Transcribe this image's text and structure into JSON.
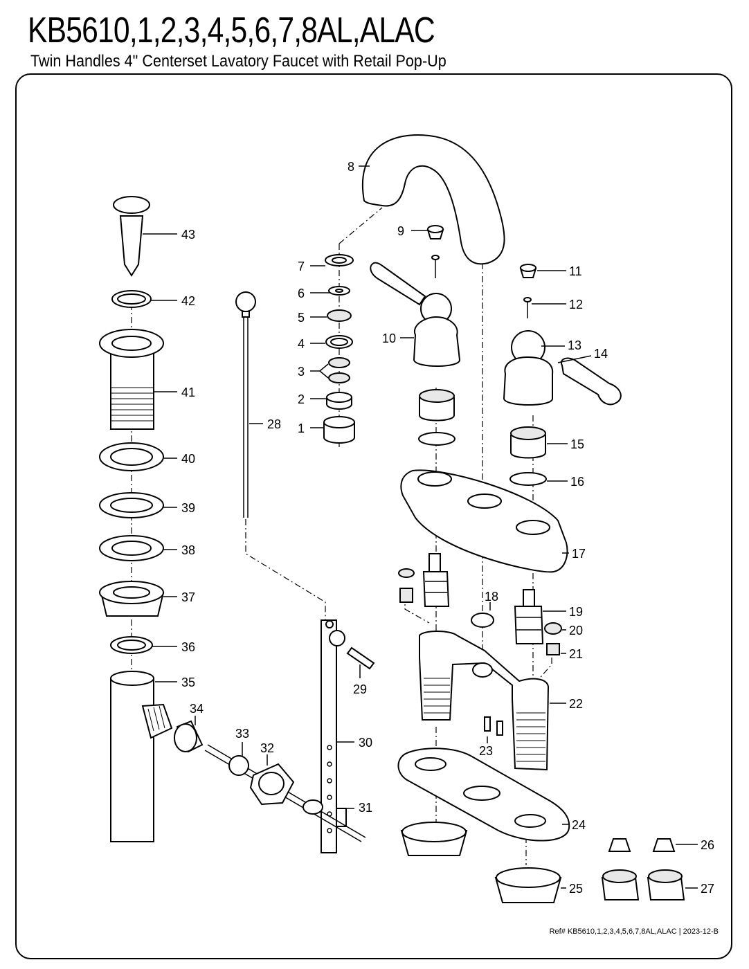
{
  "header": {
    "model": "KB5610,1,2,3,4,5,6,7,8AL,ALAC",
    "description": "Twin Handles 4\" Centerset Lavatory Faucet with Retail Pop-Up"
  },
  "footer": {
    "reference": "Ref# KB5610,1,2,3,4,5,6,7,8AL,ALAC | 2023-12-B"
  },
  "callouts": [
    "1",
    "2",
    "3",
    "4",
    "5",
    "6",
    "7",
    "8",
    "9",
    "10",
    "11",
    "12",
    "13",
    "14",
    "15",
    "16",
    "17",
    "18",
    "19",
    "20",
    "21",
    "22",
    "23",
    "24",
    "25",
    "26",
    "27",
    "28",
    "29",
    "30",
    "31",
    "32",
    "33",
    "34",
    "35",
    "36",
    "37",
    "38",
    "39",
    "40",
    "41",
    "42",
    "43"
  ]
}
